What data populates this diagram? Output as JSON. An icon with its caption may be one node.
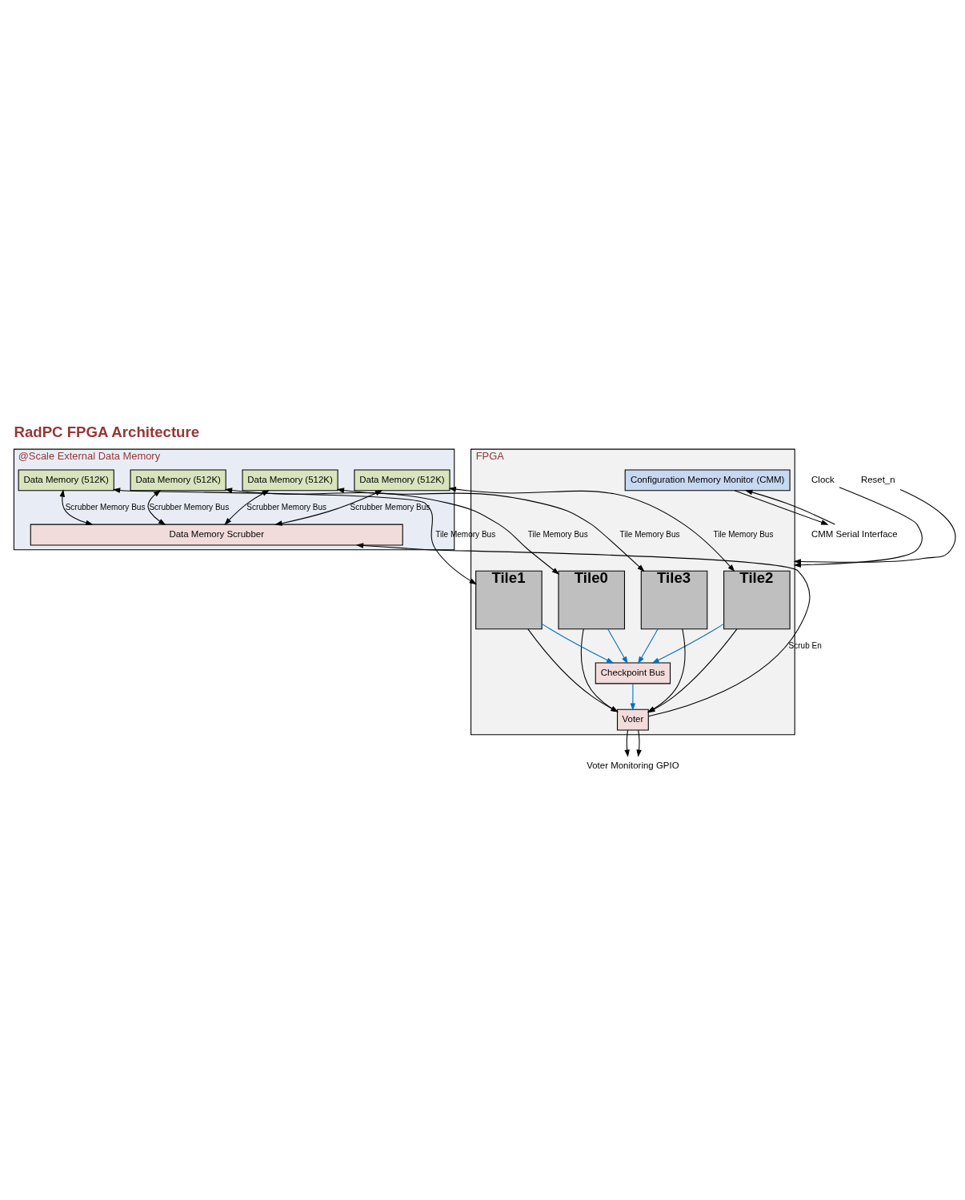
{
  "diagram": {
    "title": "RadPC FPGA Architecture",
    "nodes": [
      {
        "text": [
          "@Scale External Data Memory"
        ]
      },
      {
        "text": [
          "Data Memory (512K)"
        ],
        "in": 0
      },
      {
        "text": [
          "Data Memory (512K)"
        ],
        "in": 0
      },
      {
        "text": [
          "Data Memory (512K)"
        ],
        "in": 0
      },
      {
        "text": [
          "Data Memory (512K)"
        ],
        "in": 0
      },
      {
        "text": [
          "Data Memory Scrubber"
        ],
        "in": 0
      },
      {
        "text": [
          "FPGA"
        ]
      },
      {
        "text": [
          "Tile0"
        ],
        "in": 6
      },
      {
        "text": [
          "Tile1"
        ],
        "in": 6
      },
      {
        "text": [
          "Tile2"
        ],
        "in": 6
      },
      {
        "text": [
          "Tile3"
        ],
        "in": 6
      },
      {
        "text": [
          "Checkpoint Bus"
        ],
        "in": 6
      },
      {
        "text": [
          "Voter"
        ],
        "in": 6
      },
      {
        "text": [
          "Configuration Memory Monitor (CMM)"
        ],
        "in": 6
      },
      {
        "text": [
          "Voter Monitoring GPIO"
        ]
      },
      {
        "text": [
          "CMM Serial Interface"
        ]
      },
      {
        "text": [
          "Clock"
        ]
      },
      {
        "text": [
          "Reset_n"
        ]
      }
    ],
    "edges": [
      {
        "from": 1,
        "to": 5,
        "arrow": "both",
        "label": "Scrubber Memory Bus"
      },
      {
        "from": 2,
        "to": 5,
        "arrow": "both",
        "label": "Scrubber Memory Bus"
      },
      {
        "from": 3,
        "to": 5,
        "arrow": "both",
        "label": "Scrubber Memory Bus"
      },
      {
        "from": 4,
        "to": 5,
        "arrow": "both",
        "label": "Scrubber Memory Bus"
      },
      {
        "from": 1,
        "to": 7,
        "arrow": "both",
        "label": "Tile Memory Bus"
      },
      {
        "from": 2,
        "to": 8,
        "arrow": "both",
        "label": "Tile Memory Bus"
      },
      {
        "from": 3,
        "to": 9,
        "arrow": "both",
        "label": "Tile Memory Bus"
      },
      {
        "from": 4,
        "to": 10,
        "arrow": "both",
        "label": "Tile Memory Bus"
      },
      {
        "from": 12,
        "to": 5,
        "arrow": "to",
        "label": "Scrub En"
      },
      {
        "from": 7,
        "to": 11,
        "arrow": "to",
        "color": "#0070c0"
      },
      {
        "from": 8,
        "to": 11,
        "arrow": "to",
        "color": "#0070c0"
      },
      {
        "from": 9,
        "to": 11,
        "arrow": "to",
        "color": "#0070c0"
      },
      {
        "from": 10,
        "to": 11,
        "arrow": "to",
        "color": "#0070c0"
      },
      {
        "from": 7,
        "to": 12,
        "arrow": "to"
      },
      {
        "from": 8,
        "to": 12,
        "arrow": "to"
      },
      {
        "from": 9,
        "to": 12,
        "arrow": "to"
      },
      {
        "from": 10,
        "to": 12,
        "arrow": "to"
      },
      {
        "from": 11,
        "to": 12,
        "arrow": "to",
        "color": "#0070c0"
      },
      {
        "from": 12,
        "to": 14,
        "arrow": "to"
      },
      {
        "from": 12,
        "to": 14,
        "arrow": "to"
      },
      {
        "from": 15,
        "to": 13,
        "arrow": "to"
      },
      {
        "from": 13,
        "to": 15,
        "arrow": "to"
      },
      {
        "from": 16,
        "to": 6,
        "arrow": "to"
      },
      {
        "from": 17,
        "to": 6,
        "arrow": "to"
      }
    ]
  }
}
